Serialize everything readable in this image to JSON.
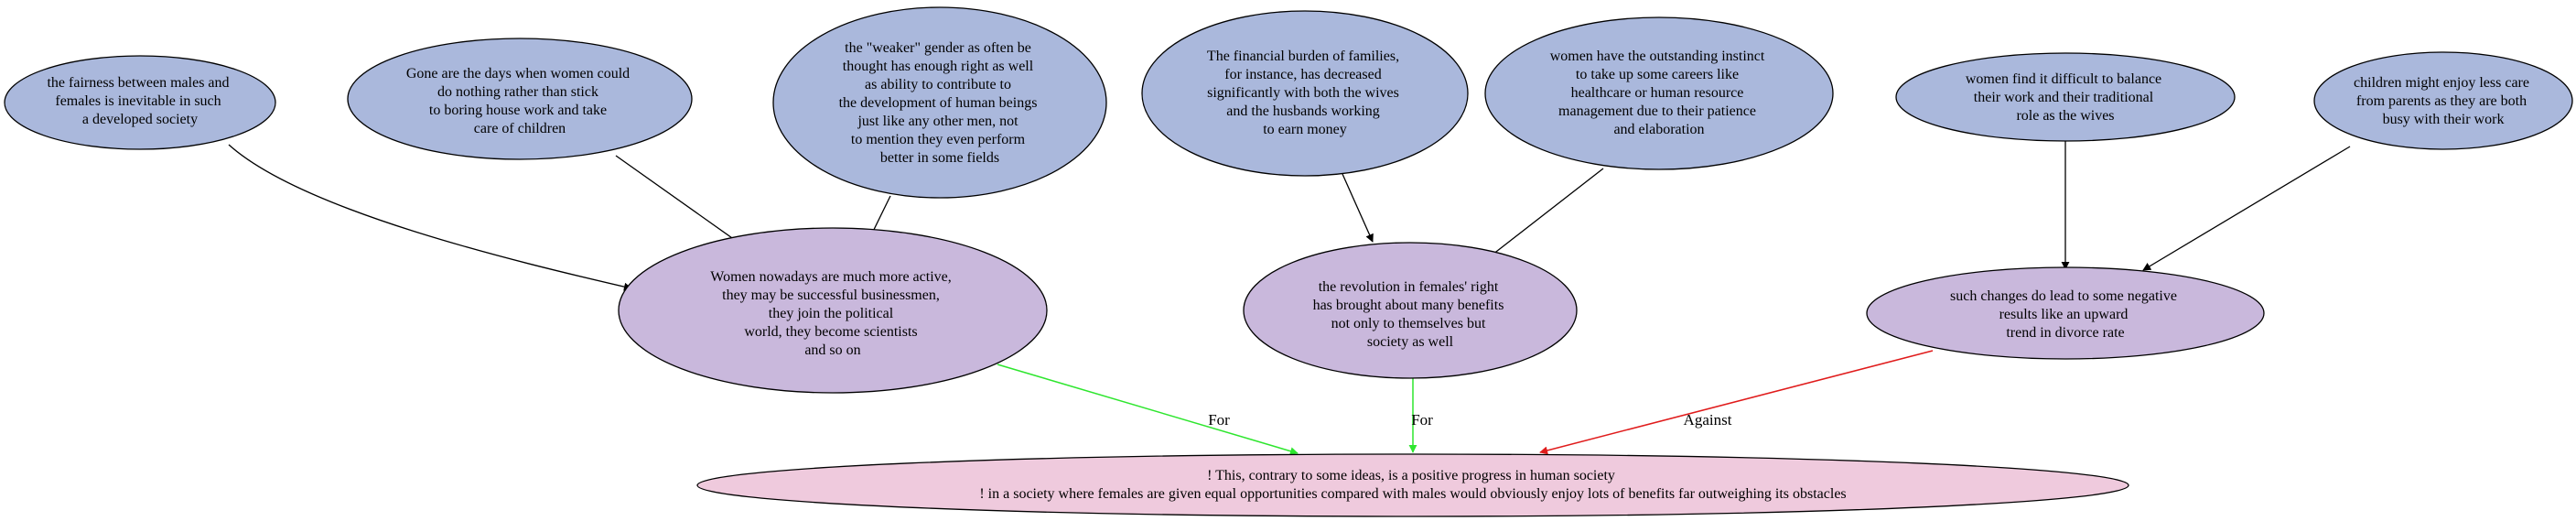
{
  "colors": {
    "premise_fill": "#aab8dc",
    "claim_fill": "#c9b8dc",
    "conclusion_fill": "#efcadd",
    "for_edge": "#2ee62e",
    "against_edge": "#e01b1b",
    "support_edge": "#000000"
  },
  "premises": [
    {
      "lines": [
        "the fairness between males and",
        "females is inevitable in such",
        "a developed society"
      ]
    },
    {
      "lines": [
        "Gone are the days when women could",
        "do nothing rather than stick",
        "to boring house work and take",
        "care of children"
      ]
    },
    {
      "lines": [
        "the \"weaker\" gender as often be",
        "thought has enough right as well",
        "as ability to contribute to",
        "the development of human beings",
        "just like any other men, not",
        "to mention they even perform",
        "better in some fields"
      ]
    },
    {
      "lines": [
        "The financial burden of families,",
        "for instance, has decreased",
        "significantly with both the wives",
        "and the husbands working",
        "to earn money"
      ]
    },
    {
      "lines": [
        "women have the outstanding instinct",
        "to take up some careers like",
        "healthcare or human resource",
        "management due to their patience",
        "and elaboration"
      ]
    },
    {
      "lines": [
        "women find it difficult to balance",
        "their work and their traditional",
        "role as the wives"
      ]
    },
    {
      "lines": [
        "children might enjoy less care",
        "from parents as they are both",
        "busy with their work"
      ]
    }
  ],
  "claims": [
    {
      "lines": [
        "Women nowadays are much more active,",
        "they may be successful businessmen,",
        "they join the political",
        "world, they become scientists",
        "and so on"
      ]
    },
    {
      "lines": [
        "the revolution in females' right",
        "has brought about many benefits",
        "not only to themselves but",
        "society as well"
      ]
    },
    {
      "lines": [
        "such changes do lead to some negative",
        "results like an upward",
        "trend in divorce rate"
      ]
    }
  ],
  "conclusion": {
    "lines": [
      "! This, contrary to some ideas, is a positive progress in human society",
      "! in a society where females are given equal opportunities compared with males would obviously enjoy lots of benefits far outweighing its obstacles"
    ]
  },
  "edge_labels": {
    "for_1": "For",
    "for_2": "For",
    "against": "Against"
  }
}
